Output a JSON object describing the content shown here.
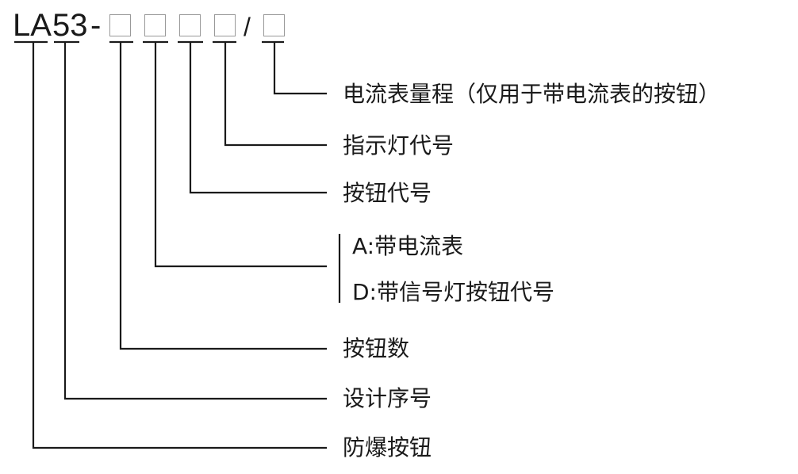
{
  "model_code": {
    "prefix": "LA",
    "series": "53",
    "dash": "-",
    "slash": "/"
  },
  "labels": {
    "ammeter_range": "电流表量程（仅用于带电流表的按钮）",
    "indicator_code": "指示灯代号",
    "button_code": "按钮代号",
    "option_a": "A:带电流表",
    "option_d": "D:带信号灯按钮代号",
    "button_count": "按钮数",
    "design_number": "设计序号",
    "explosion_proof_button": "防爆按钮"
  }
}
